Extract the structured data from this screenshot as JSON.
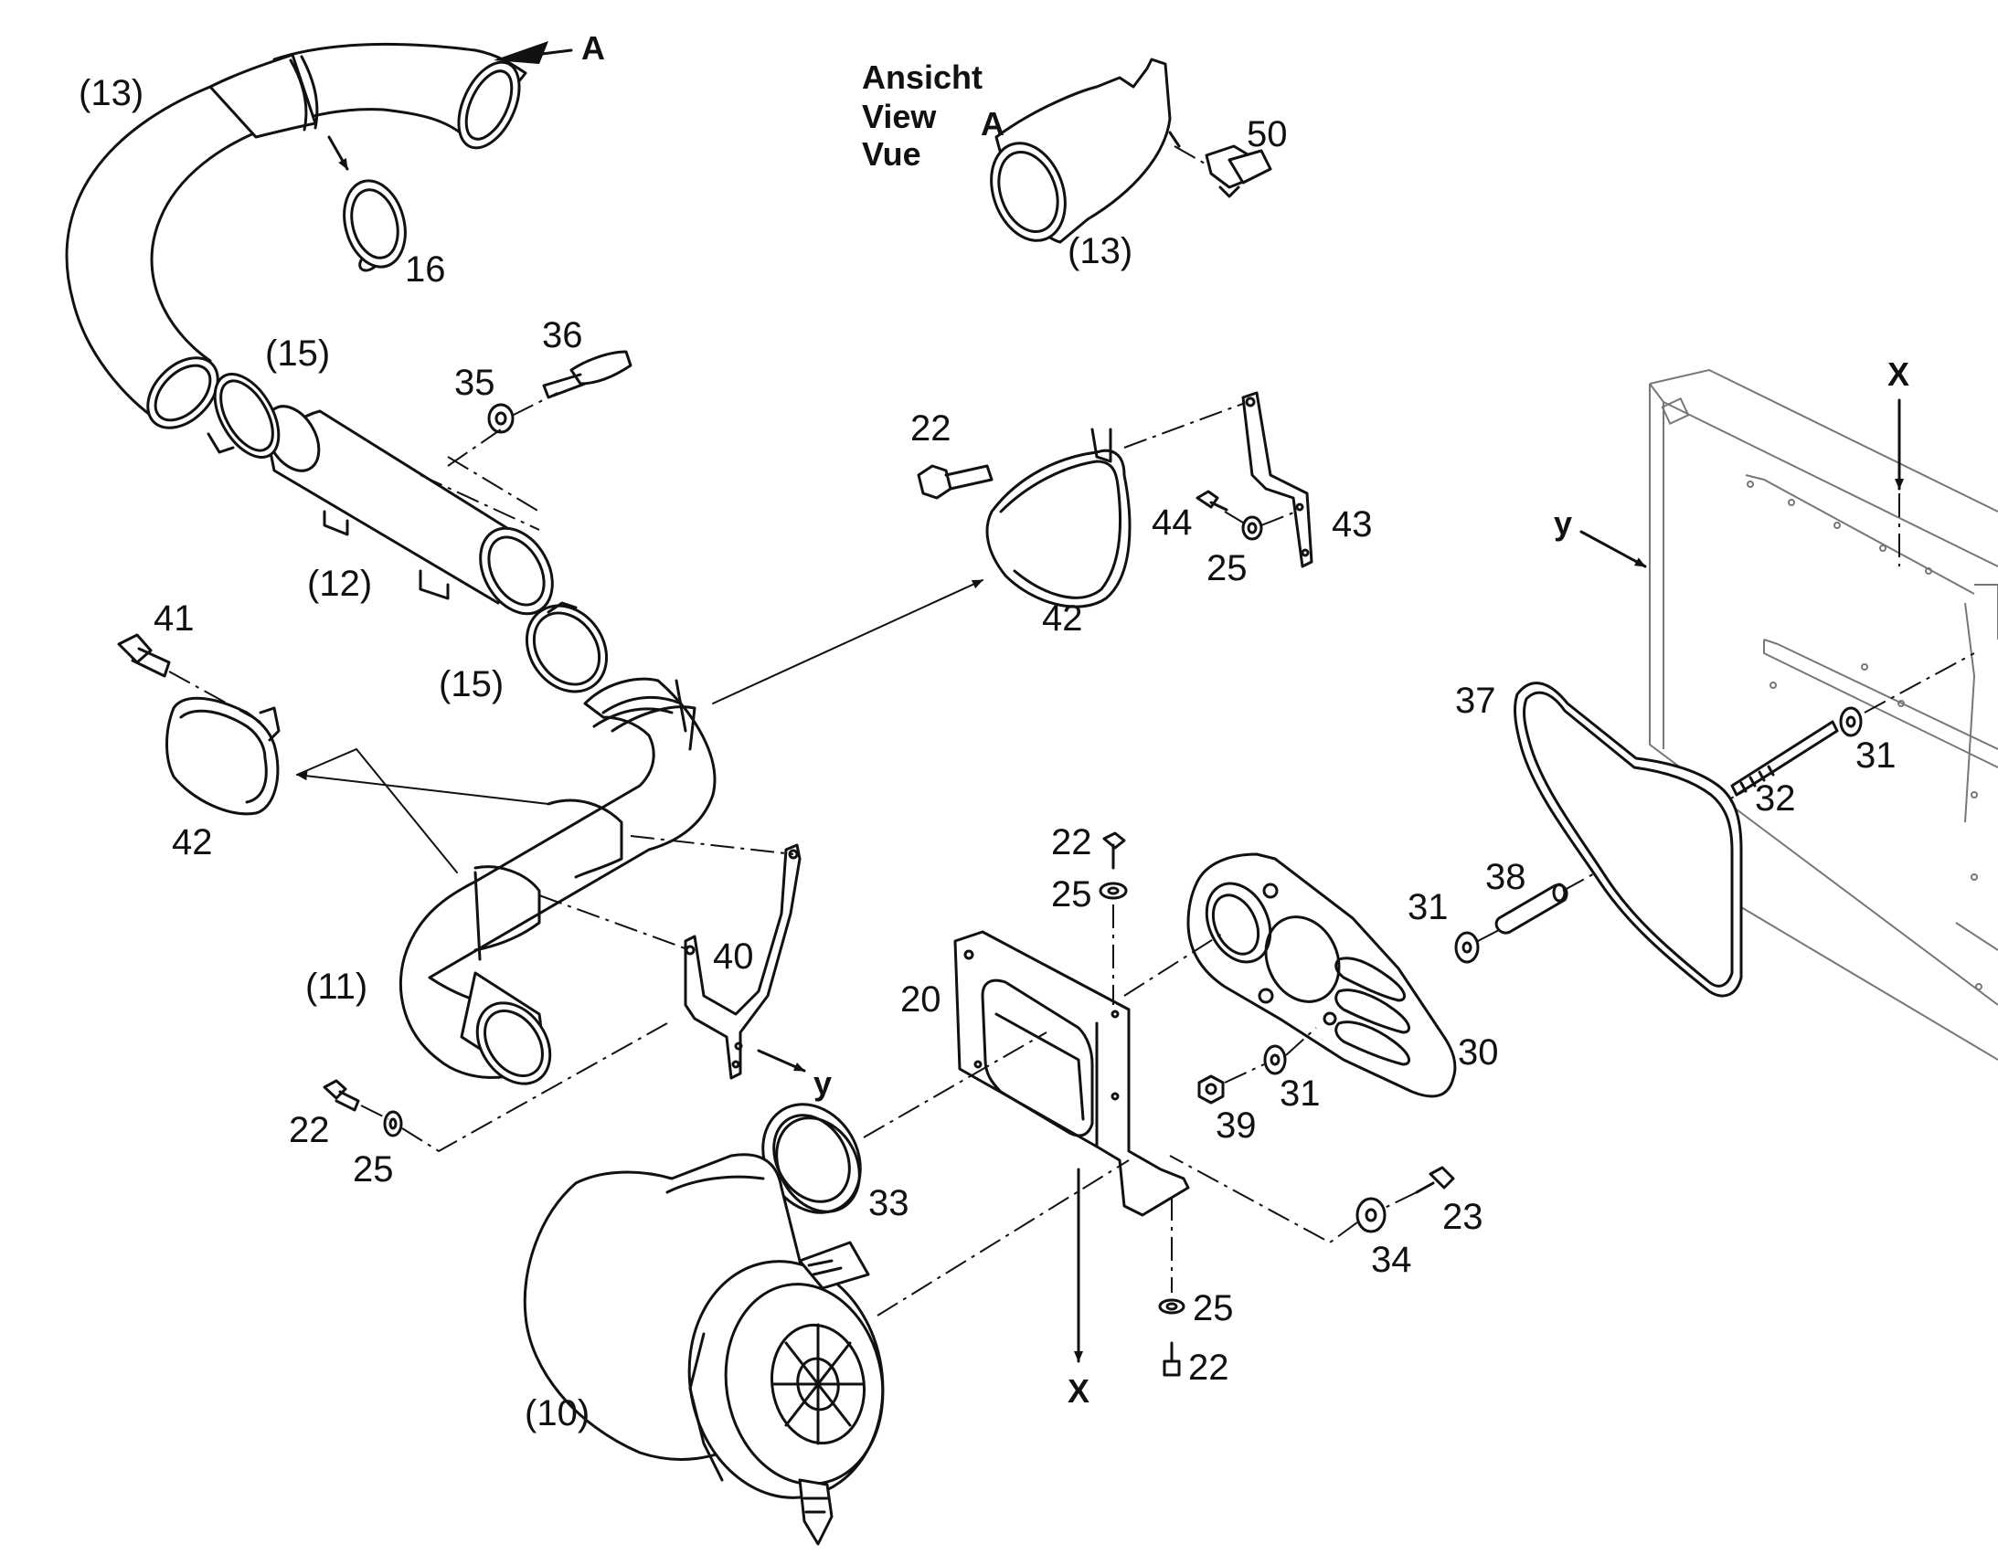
{
  "view_caption": {
    "lines": [
      "Ansicht",
      "View",
      "Vue"
    ],
    "letter": "A"
  },
  "markers": {
    "a": "A",
    "x": "X",
    "y": "y"
  },
  "part_labels": {
    "p10": "(10)",
    "p11": "(11)",
    "p12": "(12)",
    "p13_main": "(13)",
    "p13_view": "(13)",
    "p15_upper": "(15)",
    "p15_lower": "(15)",
    "p16": "16",
    "p20": "20",
    "p22_bolt": "22",
    "p22_left": "22",
    "p22_top": "22",
    "p22_bottom": "22",
    "p23": "23",
    "p25_left": "25",
    "p25_upper": "25",
    "p25_top": "25",
    "p25_bottom": "25",
    "p30": "30",
    "p31_upper": "31",
    "p31_mid": "31",
    "p31_lower": "31",
    "p32": "32",
    "p33": "33",
    "p34": "34",
    "p35": "35",
    "p36": "36",
    "p37": "37",
    "p38": "38",
    "p39": "39",
    "p40": "40",
    "p41": "41",
    "p42_upper": "42",
    "p42_left": "42",
    "p43": "43",
    "p44": "44",
    "p50": "50"
  }
}
